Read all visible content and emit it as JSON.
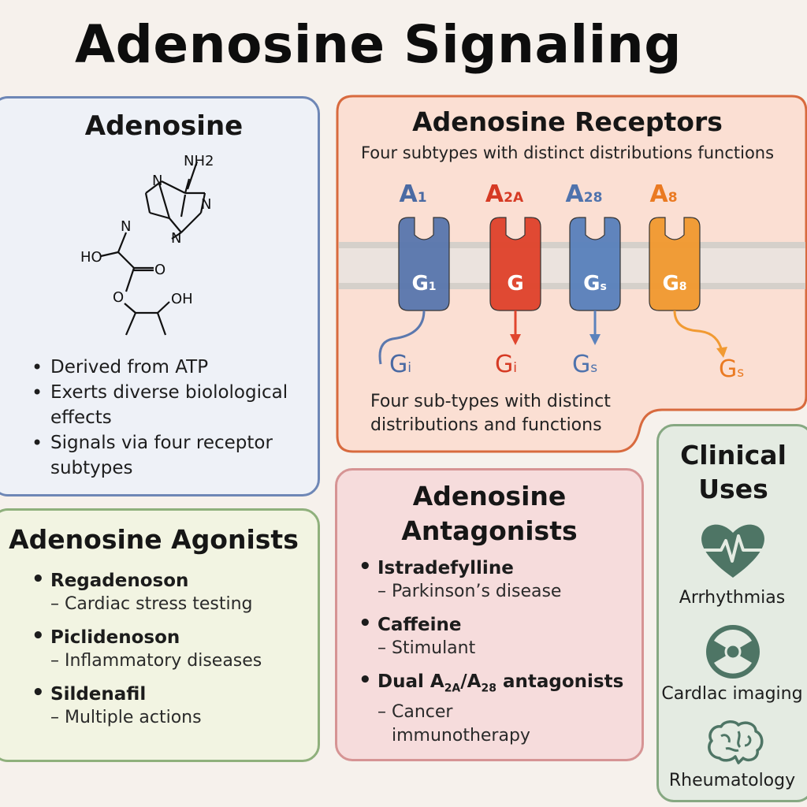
{
  "title": "Adenosine Signaling",
  "adenosine": {
    "heading": "Adenosine",
    "structure_labels": {
      "nh2": "NH2",
      "n1": "N",
      "n2": "N",
      "n3": "N",
      "n4": "N",
      "ho": "HO",
      "o1": "O",
      "o2": "O",
      "oh": "OH"
    },
    "bullets": [
      "Derived from ATP",
      "Exerts diverse biolological effects",
      "Signals via four receptor subtypes"
    ]
  },
  "receptors": {
    "heading": "Adenosine Receptors",
    "subtitle": "Four subtypes with distinct distributions functions",
    "items": [
      {
        "name": "A",
        "sub": "1",
        "protein": "G",
        "protein_sub": "1",
        "out": "G",
        "out_sub": "i",
        "color": "#5b78ae",
        "label_color": "#4a6aa3"
      },
      {
        "name": "A",
        "sub": "2A",
        "protein": "G",
        "protein_sub": "",
        "out": "G",
        "out_sub": "i",
        "color": "#e0452e",
        "label_color": "#d63a24"
      },
      {
        "name": "A",
        "sub": "28",
        "protein": "G",
        "protein_sub": "s",
        "out": "G",
        "out_sub": "s",
        "color": "#5b82bc",
        "label_color": "#4f73ad"
      },
      {
        "name": "A",
        "sub": "8",
        "protein": "G",
        "protein_sub": "8",
        "out": "G",
        "out_sub": "s",
        "color": "#f19a32",
        "label_color": "#ea7a22"
      }
    ],
    "footnote_line1": "Four sub-types with distinct",
    "footnote_line2": "distributions and functions"
  },
  "agonists": {
    "heading": "Adenosine Agonists",
    "items": [
      {
        "name": "Regadenoson",
        "use": "– Cardiac stress testing"
      },
      {
        "name": "Piclidenoson",
        "use": "– Inflammatory diseases"
      },
      {
        "name": "Sildenafil",
        "use": "– Multiple actions"
      }
    ]
  },
  "antagonists": {
    "heading_line1": "Adenosine",
    "heading_line2": "Antagonists",
    "items": [
      {
        "name": "Istradefylline",
        "use": "– Parkinson’s disease"
      },
      {
        "name": "Caffeine",
        "use": "– Stimulant"
      }
    ],
    "dual": {
      "prefix": "Dual A",
      "sub1": "2A",
      "mid": "/A",
      "sub2": "28",
      "suffix": " antagonists",
      "use_line1": "– Cancer",
      "use_line2": "immunotherapy"
    }
  },
  "clinical": {
    "heading_line1": "Clinical",
    "heading_line2": "Uses",
    "items": [
      {
        "label": "Arrhythmias",
        "icon": "heart-ecg-icon"
      },
      {
        "label": "Cardlac imaging",
        "icon": "radiation-icon"
      },
      {
        "label": "Rheumatology",
        "icon": "brain-icon"
      }
    ]
  },
  "colors": {
    "blue": "#6e87b6",
    "orange_border": "#d86a3e",
    "green": "#86a882",
    "red": "#d69494",
    "icon_green": "#4e7565"
  }
}
